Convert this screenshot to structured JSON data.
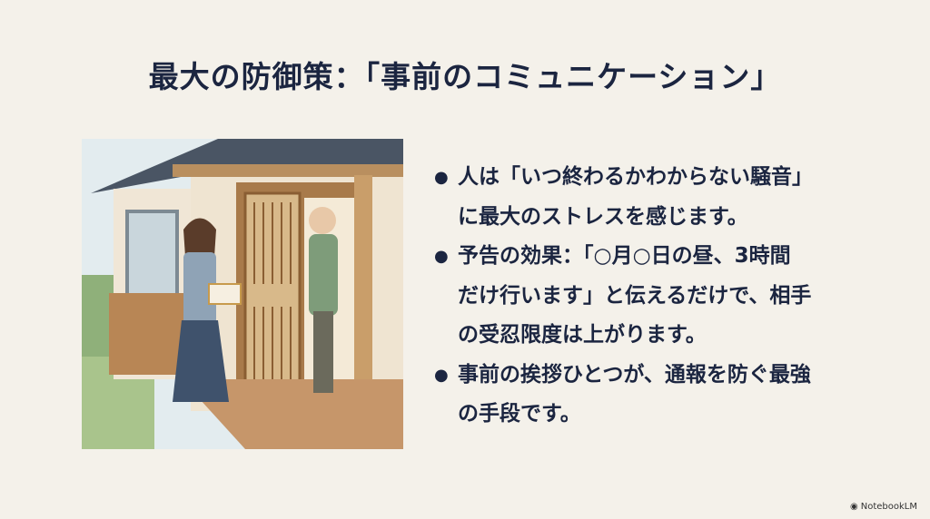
{
  "title": "最大の防御策：「事前のコミュニケーション」",
  "bullets": [
    {
      "lines": [
        "人は「いつ終わるかわからない騒音」",
        "に最大のストレスを感じます。"
      ]
    },
    {
      "lines": [
        "予告の効果：「○月○日の昼、3時間",
        "だけ行います」と伝えるだけで、相手",
        "の受忍限度は上がります。"
      ]
    },
    {
      "lines": [
        "事前の挨拶ひとつが、通報を防ぐ最強",
        "の手段です。"
      ]
    }
  ],
  "footer": {
    "brand": "NotebookLM"
  }
}
